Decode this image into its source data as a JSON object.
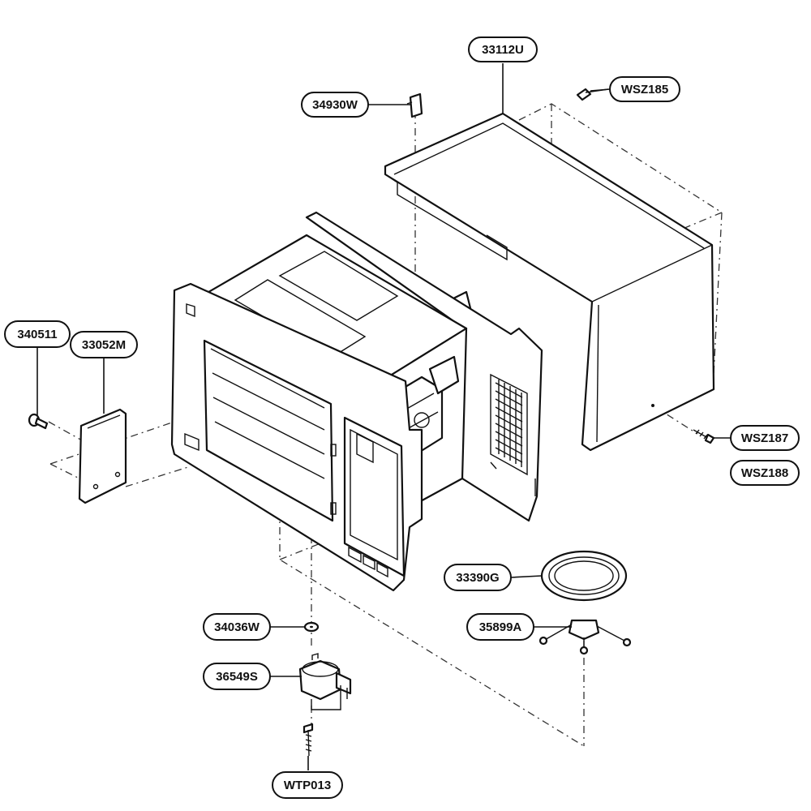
{
  "callouts": {
    "p33112U": "33112U",
    "p34930W": "34930W",
    "pWSZ185": "WSZ185",
    "p340511": "340511",
    "p33052M": "33052M",
    "pWSZ187": "WSZ187",
    "pWSZ188": "WSZ188",
    "p33390G": "33390G",
    "p35899A": "35899A",
    "p34036W": "34036W",
    "p36549S": "36549S",
    "pWTP013": "WTP013"
  }
}
